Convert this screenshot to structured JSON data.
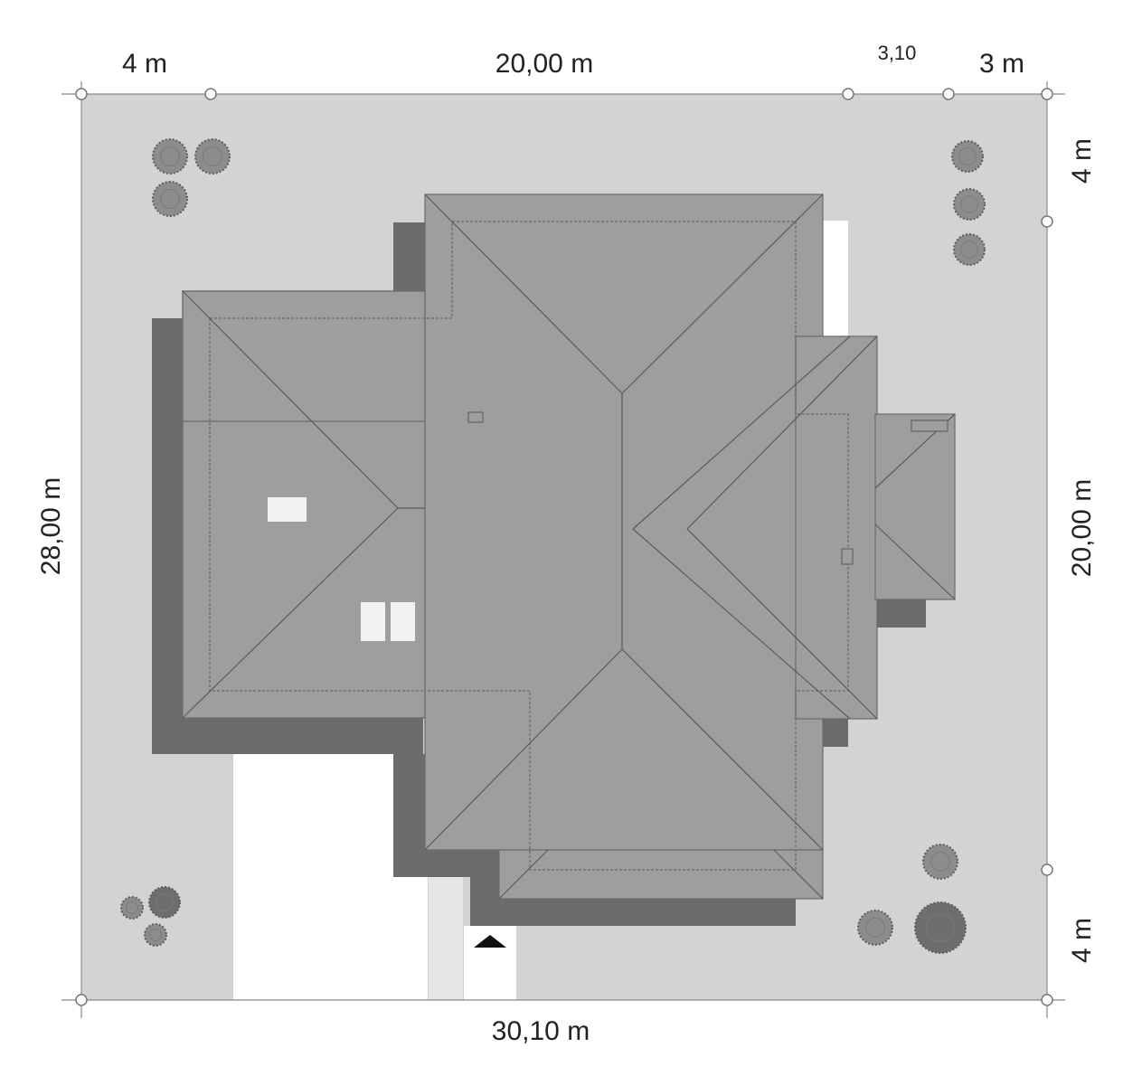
{
  "dimensions": {
    "top_left": "4 m",
    "top_main": "20,00 m",
    "top_mid": "3,10",
    "top_right": "3 m",
    "bottom_total": "30,10 m",
    "left_total": "28,00 m",
    "right_top": "4 m",
    "right_main": "20,00 m",
    "right_bottom": "4 m"
  },
  "colors": {
    "plot": "#d3d3d3",
    "roof": "#9e9e9e",
    "shadow": "#6b6b6b",
    "skylight": "#f2f2f2",
    "path": "#e6e6e6",
    "tree": "#8c8c8c",
    "tree_dark": "#6e6e6e"
  },
  "icons": {
    "entrance": "entrance-arrow-icon",
    "tree": "tree-icon",
    "skylight": "skylight-icon",
    "chimney": "chimney-icon"
  }
}
